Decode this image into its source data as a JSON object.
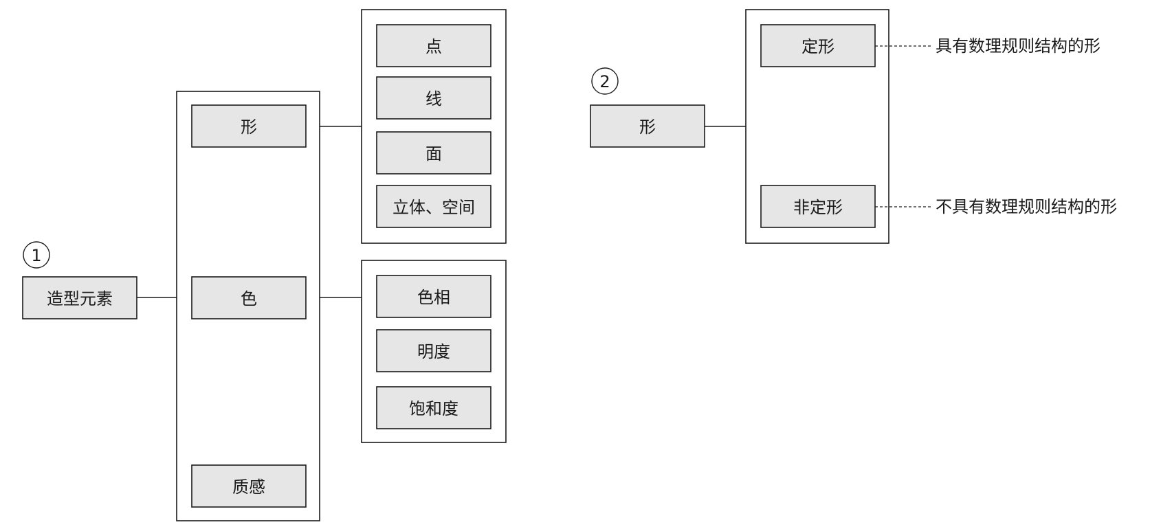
{
  "diagram1": {
    "marker": "1",
    "root": "造型元素",
    "categories": [
      "形",
      "色",
      "质感"
    ],
    "shape_elements": [
      "点",
      "线",
      "面",
      "立体、空间"
    ],
    "color_attributes": [
      "色相",
      "明度",
      "饱和度"
    ]
  },
  "diagram2": {
    "marker": "2",
    "root": "形",
    "branches": [
      {
        "label": "定形",
        "note": "具有数理规则结构的形"
      },
      {
        "label": "非定形",
        "note": "不具有数理规则结构的形"
      }
    ]
  }
}
